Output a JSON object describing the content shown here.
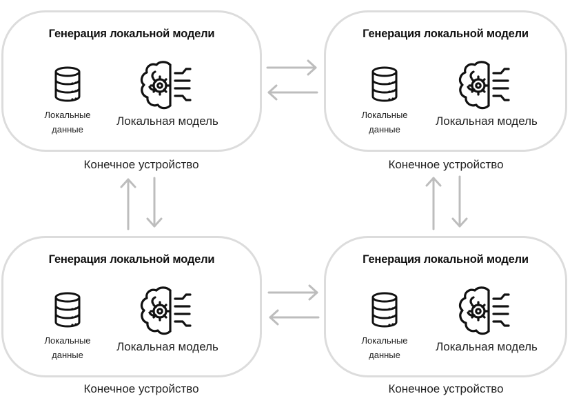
{
  "nodes": [
    {
      "title": "Генерация локальной модели",
      "data_label_1": "Локальные",
      "data_label_2": "данные",
      "model_label": "Локальная модель",
      "caption": "Конечное устройство"
    },
    {
      "title": "Генерация локальной модели",
      "data_label_1": "Локальные",
      "data_label_2": "данные",
      "model_label": "Локальная модель",
      "caption": "Конечное устройство"
    },
    {
      "title": "Генерация локальной модели",
      "data_label_1": "Локальные",
      "data_label_2": "данные",
      "model_label": "Локальная модель",
      "caption": "Конечное устройство"
    },
    {
      "title": "Генерация локальной модели",
      "data_label_1": "Локальные",
      "data_label_2": "данные",
      "model_label": "Локальная модель",
      "caption": "Конечное устройство"
    }
  ],
  "icons": {
    "data": "database-icon",
    "model": "brain-gear-icon"
  },
  "colors": {
    "border": "#dcdcdc",
    "arrow": "#bdbdbd",
    "icon": "#111111",
    "text": "#222222"
  }
}
